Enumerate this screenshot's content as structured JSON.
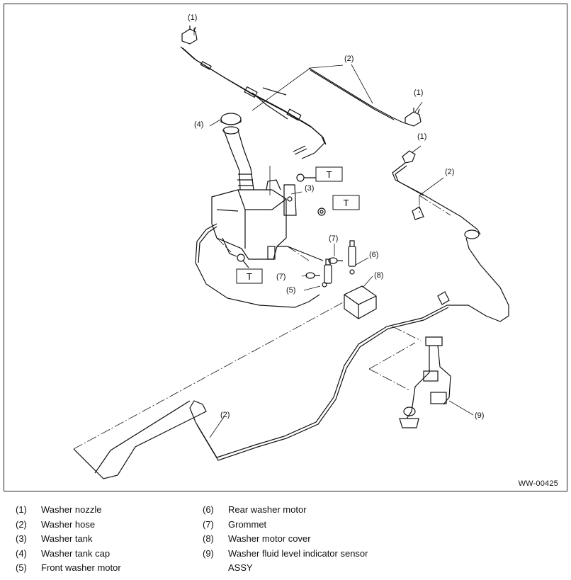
{
  "diagram": {
    "drawing_id": "WW-00425",
    "torque_mark": "T",
    "callouts": [
      {
        "id": "c1a",
        "label": "(1)"
      },
      {
        "id": "c1b",
        "label": "(1)"
      },
      {
        "id": "c1c",
        "label": "(1)"
      },
      {
        "id": "c2a",
        "label": "(2)"
      },
      {
        "id": "c2b",
        "label": "(2)"
      },
      {
        "id": "c2c",
        "label": "(2)"
      },
      {
        "id": "c3",
        "label": "(3)"
      },
      {
        "id": "c4",
        "label": "(4)"
      },
      {
        "id": "c5",
        "label": "(5)"
      },
      {
        "id": "c6",
        "label": "(6)"
      },
      {
        "id": "c7a",
        "label": "(7)"
      },
      {
        "id": "c7b",
        "label": "(7)"
      },
      {
        "id": "c8",
        "label": "(8)"
      },
      {
        "id": "c9",
        "label": "(9)"
      }
    ]
  },
  "legend": [
    {
      "num": "(1)",
      "text": "Washer nozzle"
    },
    {
      "num": "(2)",
      "text": "Washer hose"
    },
    {
      "num": "(3)",
      "text": "Washer tank"
    },
    {
      "num": "(4)",
      "text": "Washer tank cap"
    },
    {
      "num": "(5)",
      "text": "Front washer motor"
    },
    {
      "num": "(6)",
      "text": "Rear washer motor"
    },
    {
      "num": "(7)",
      "text": "Grommet"
    },
    {
      "num": "(8)",
      "text": "Washer motor cover"
    },
    {
      "num": "(9)",
      "text": "Washer fluid level indicator sensor ASSY"
    }
  ]
}
